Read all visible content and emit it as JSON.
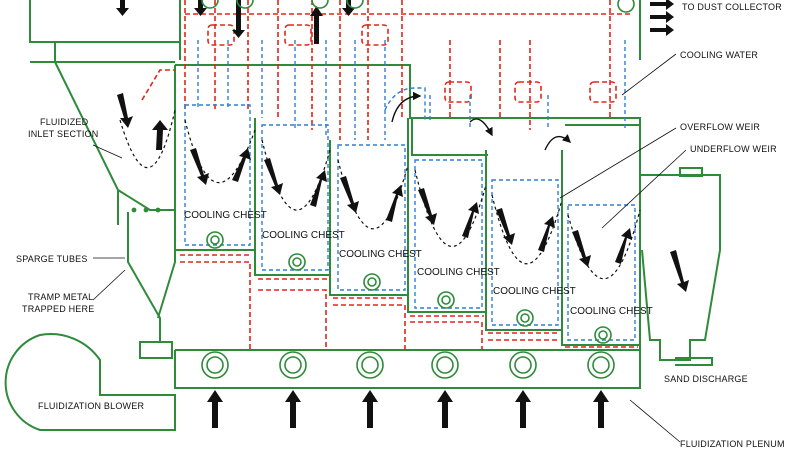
{
  "colors": {
    "equipment": "#2e8b3a",
    "cooling_water": "#e0261c",
    "cooling_return": "#2f7fd4",
    "arrow": "#222222",
    "background": "#ffffff"
  },
  "labels": {
    "dust_collector": "TO DUST COLLECTOR",
    "cooling_water": "COOLING WATER",
    "fluidized_inlet": [
      "FLUIDIZED",
      "INLET SECTION"
    ],
    "overflow_weir": "OVERFLOW WEIR",
    "underflow_weir": "UNDERFLOW WEIR",
    "sparge_tubes": "SPARGE TUBES",
    "tramp_metal": [
      "TRAMP METAL",
      "TRAPPED HERE"
    ],
    "sand_discharge": "SAND DISCHARGE",
    "fluidization_blower": "FLUIDIZATION BLOWER",
    "fluidization_plenum": "FLUIDIZATION PLENUM"
  },
  "chests": [
    "COOLING CHEST",
    "COOLING CHEST",
    "COOLING CHEST",
    "COOLING CHEST",
    "COOLING CHEST",
    "COOLING CHEST"
  ],
  "icons": {
    "exhaust": "right-arrows-icon",
    "air_inlet": "up-arrow-icon",
    "nozzle": "flange-nozzle-icon",
    "blower": "blower-housing-icon",
    "flow": "flow-arrow-icon"
  }
}
